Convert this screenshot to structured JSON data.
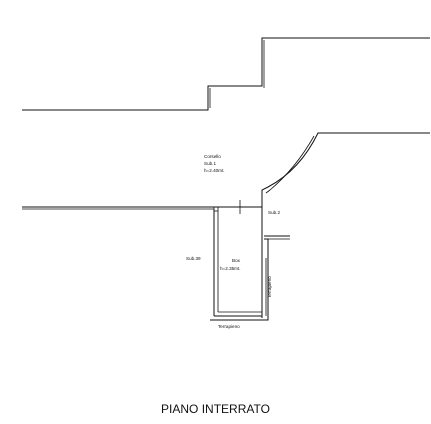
{
  "plan": {
    "title": "PIANO INTERRATO",
    "corsello": {
      "name": "Corsello",
      "sub": "Sub.1",
      "height": "h=2.40mt."
    },
    "sub2": "Sub.2",
    "sub39": "Sub.39",
    "box": {
      "name": "Box",
      "height": "h=2.35mt."
    },
    "terrapieno_bottom": "Terrapieno",
    "terrapieno_side": "Terrapieno"
  }
}
